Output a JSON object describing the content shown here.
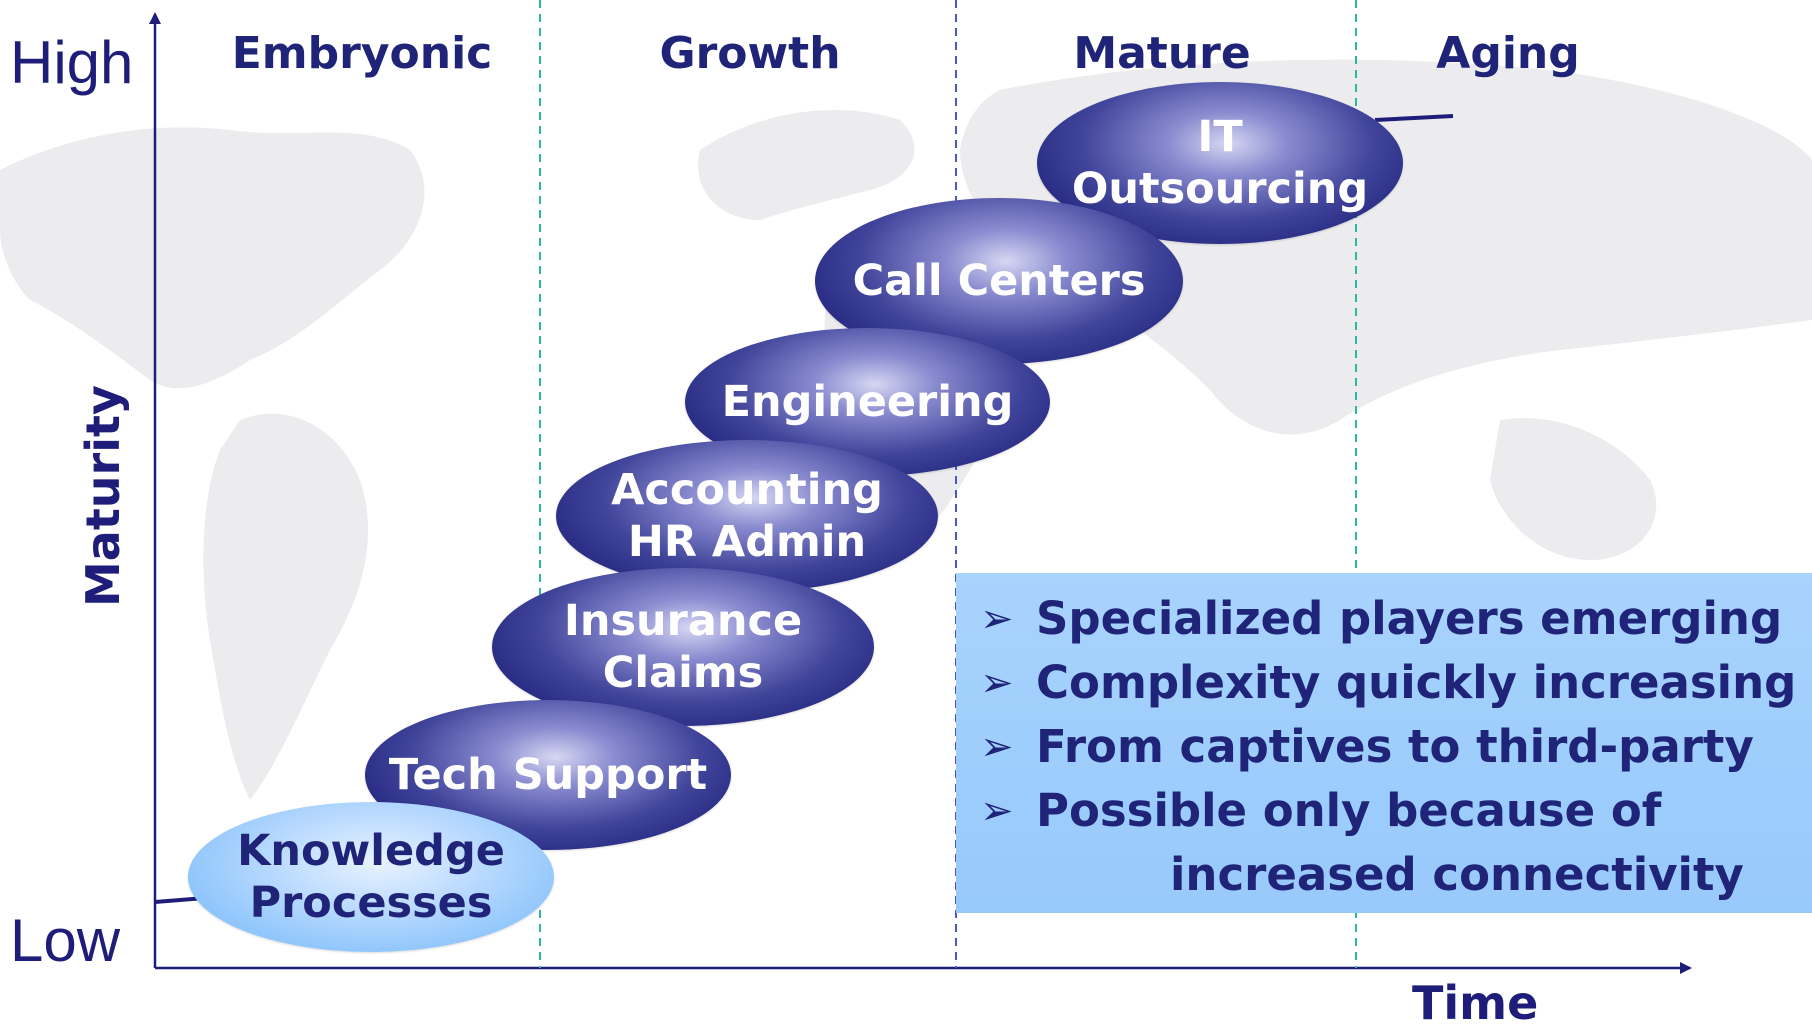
{
  "axis": {
    "y_label": "Maturity",
    "y_high": "High",
    "y_low": "Low",
    "x_label": "Time"
  },
  "phases": [
    "Embryonic",
    "Growth",
    "Mature",
    "Aging"
  ],
  "stages": [
    {
      "lines": [
        "Knowledge",
        "Processes"
      ],
      "style": "light"
    },
    {
      "lines": [
        "Tech Support"
      ],
      "style": "dark"
    },
    {
      "lines": [
        "Insurance",
        "Claims"
      ],
      "style": "dark"
    },
    {
      "lines": [
        "Accounting",
        "HR Admin"
      ],
      "style": "dark"
    },
    {
      "lines": [
        "Engineering"
      ],
      "style": "dark"
    },
    {
      "lines": [
        "Call Centers"
      ],
      "style": "dark"
    },
    {
      "lines": [
        "IT",
        "Outsourcing"
      ],
      "style": "dark"
    }
  ],
  "bullets": [
    {
      "lines": [
        "Specialized players emerging"
      ]
    },
    {
      "lines": [
        "Complexity quickly increasing"
      ]
    },
    {
      "lines": [
        "From captives to third-party"
      ]
    },
    {
      "lines": [
        "Possible only because of",
        "increased connectivity"
      ]
    }
  ],
  "colors": {
    "axis": "#1e1e7a",
    "divider_teal": "#2bb7a3",
    "divider_blue": "#4a55c8",
    "ellipse_dark": "#1f217a",
    "ellipse_light": "#8cc4fb",
    "info_box": "#a9d3fd"
  }
}
